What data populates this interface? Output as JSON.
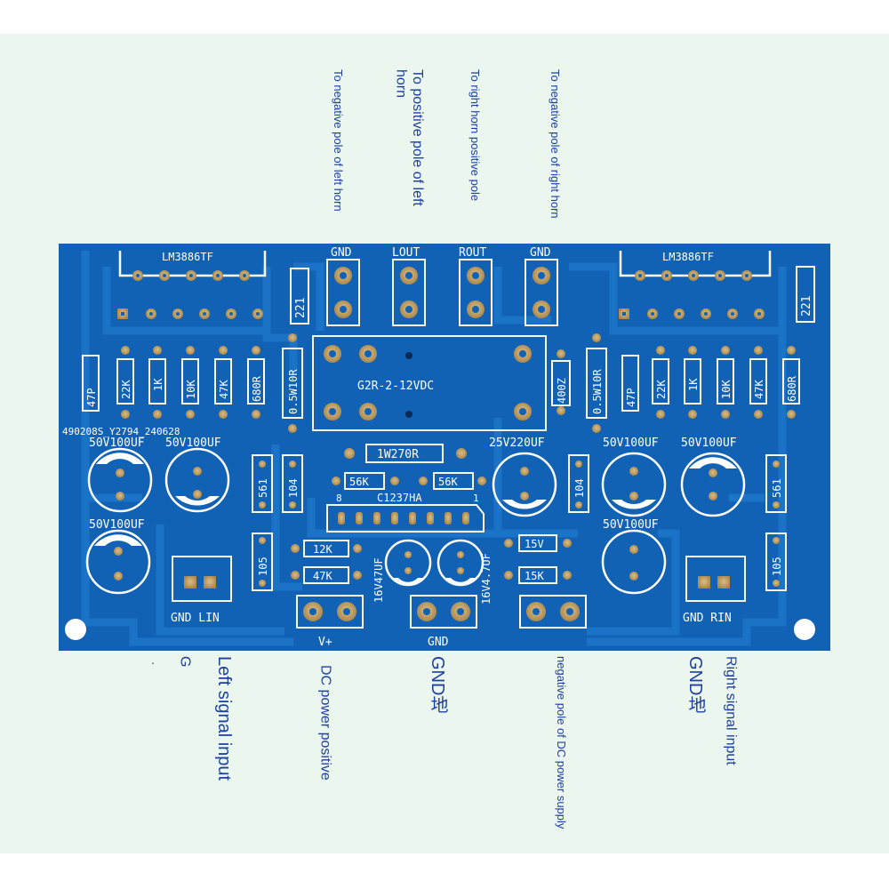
{
  "top_labels": [
    "To negative pole of left horn",
    "To positive pole of left horn",
    "To right horn positive pole",
    "To negative pole of right horn"
  ],
  "bottom_labels": {
    "g_mark": "G",
    "left_signal": "Left signal input",
    "dc_positive": "DC power positive",
    "gnd_left": "GND地",
    "dc_negative": "negative pole of DC power supply",
    "gnd_right": "GND地",
    "right_signal": "Right signal input"
  },
  "board": {
    "colors": {
      "board": "#1162b4",
      "trace": "#1b73c8",
      "silk": "#ffffff",
      "pad": "#c4a468",
      "copper": "#b98a4a"
    },
    "ic_left": "LM3886TF",
    "ic_right": "LM3886TF",
    "relay": "G2R-2-12VDC",
    "header_labels": [
      "GND",
      "LOUT",
      "ROUT",
      "GND"
    ],
    "serial": "490208S_Y2794_240628",
    "left_resistors": [
      "47P",
      "22K",
      "1K",
      "10K",
      "47K",
      "680R"
    ],
    "right_resistors": [
      "47P",
      "22K",
      "1K",
      "10K",
      "47K",
      "680R"
    ],
    "r221_left": "221",
    "r221_right": "221",
    "r_05w_left": "0.5W10R",
    "r_05w_right": "0.5W10R",
    "r_400": "400Z",
    "cap_left_1": "50V100UF",
    "cap_left_2": "50V100UF",
    "cap_left_3": "50V100UF",
    "cap_center": "25V220UF",
    "cap_right_1": "50V100UF",
    "cap_right_2": "50V100UF",
    "cap_right_3": "50V100UF",
    "r_1w270": "1W270R",
    "r_56k_a": "56K",
    "r_56k_b": "56K",
    "ic_center": "C1237HA",
    "pin_8": "8",
    "pin_1": "1",
    "r_12k": "12K",
    "r_47k": "47K",
    "r_15v": "15V",
    "r_15k": "15K",
    "c_47uf": "16V47UF",
    "c_47uf_small": "16V4.7UF",
    "c561_left": "561",
    "c561_right": "561",
    "c104_left": "104",
    "c104_right": "104",
    "c105_left": "105",
    "c105_right": "105",
    "gnd_lin": "GND LIN",
    "gnd_rin": "GND RIN",
    "v_plus": "V+",
    "gnd_bottom": "GND"
  }
}
